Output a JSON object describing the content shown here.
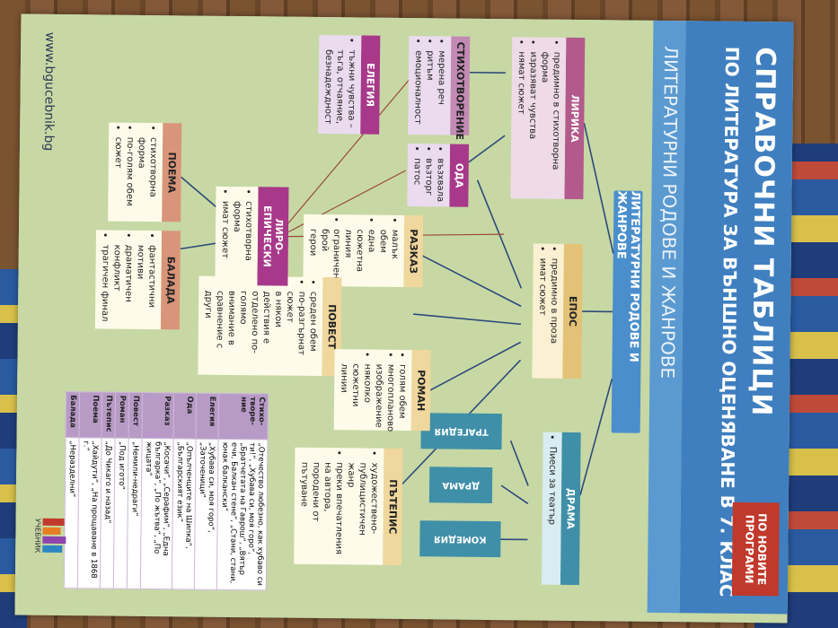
{
  "header": {
    "title_line1": "СПРАВОЧНИ ТАБЛИЦИ",
    "title_line2": "ПО ЛИТЕРАТУРА ЗА ВЪНШНО ОЦЕНЯВАНЕ В 7. КЛАС",
    "subtitle": "ЛИТЕРАТУРНИ РОДОВЕ И ЖАНРОВЕ",
    "badge": "ПО НОВИТЕ ПРОГРАМИ"
  },
  "banner": "ЛИТЕРАТУРНИ РОДОВЕ И ЖАНРОВЕ",
  "nodes": {
    "lirika": {
      "title": "ЛИРИКА",
      "items": [
        "предимно в стихотворна форма",
        "изразяват чувства",
        "нямат сюжет"
      ]
    },
    "epos": {
      "title": "ЕПОС",
      "items": [
        "предимно в проза",
        "имат сюжет"
      ]
    },
    "drama": {
      "title": "ДРАМА",
      "items": [
        "Пиеси за театър"
      ]
    },
    "stihotvorenie": {
      "title": "СТИХОТВОРЕНИЕ",
      "items": [
        "мерена реч",
        "ритъм",
        "емоционалност"
      ]
    },
    "oda": {
      "title": "ОДА",
      "items": [
        "възхвала",
        "възторг",
        "патос"
      ]
    },
    "elegiya": {
      "title": "ЕЛЕГИЯ",
      "items": [
        "тъжни чувства – тъга, отчаяние, безнадеждност"
      ]
    },
    "razkaz": {
      "title": "РАЗКАЗ",
      "items": [
        "малък обем",
        "една сюжетна линия",
        "ограничен брой герои"
      ]
    },
    "povest": {
      "title": "ПОВЕСТ",
      "items": [
        "среден обем",
        "по-разгърнат сюжет",
        "в някои действия е отделено по-голямо внимание в сравнение с други"
      ]
    },
    "roman": {
      "title": "РОМАН",
      "items": [
        "голям обем",
        "многопланово изображение",
        "няколко сюжетни линии"
      ]
    },
    "patepis": {
      "title": "ПЪТЕПИС",
      "items": [
        "художествено-публицистичен жанр",
        "преки впечатления на автора, породени от пътуване"
      ]
    },
    "liroepicheski": {
      "title": "ЛИРО-ЕПИЧЕСКИ",
      "items": [
        "стихотворна форма",
        "имат сюжет"
      ]
    },
    "poema": {
      "title": "ПОЕМА",
      "items": [
        "стихотворна форма",
        "по-голям обем",
        "сюжет"
      ]
    },
    "balada": {
      "title": "БАЛАДА",
      "items": [
        "фантастични мотиви",
        "драматичен конфликт",
        "трагичен финал"
      ]
    }
  },
  "drama_tags": [
    "ТРАГЕДИЯ",
    "ДРАМА",
    "КОМЕДИЯ"
  ],
  "works": [
    {
      "genre": "Стихо-творе-ние",
      "text": "„Отечество любезно, как хубаво си ти!“, „Хубава си, моя горо“, „Братчетата на Гаврош“, „Вятър ечи, Балкан стене“, „Стани, стани, юнак балкански“"
    },
    {
      "genre": "Елегия",
      "text": "„Хубава си, моя горо“, „Заточеници“"
    },
    {
      "genre": "Ода",
      "text": "„Опълченците на Шипка“, „Българският език“"
    },
    {
      "genre": "Разказ",
      "text": "„Косачи“, „Серафим“, „Една българка“, „По жътва“, „По жицата“"
    },
    {
      "genre": "Повест",
      "text": "„Немили-недраги“"
    },
    {
      "genre": "Роман",
      "text": "„Под игото“"
    },
    {
      "genre": "Пътепис",
      "text": "„До Чикаго и назад“"
    },
    {
      "genre": "Поема",
      "text": "„Хайдути“, „На прощаване в 1868 г.“"
    },
    {
      "genre": "Балада",
      "text": "„Неразделни“"
    }
  ],
  "footer": {
    "url": "www.bgucebnik.bg",
    "logo": "УЧЕБНИК"
  },
  "colors": {
    "lirika": "#b35a8c",
    "epos": "#e3c277",
    "drama": "#3f8fa8",
    "lirika_sub": "#c28ab4",
    "epos_sub": "#efd79d",
    "liroepic": "#a8388a",
    "poema": "#d9957a"
  }
}
